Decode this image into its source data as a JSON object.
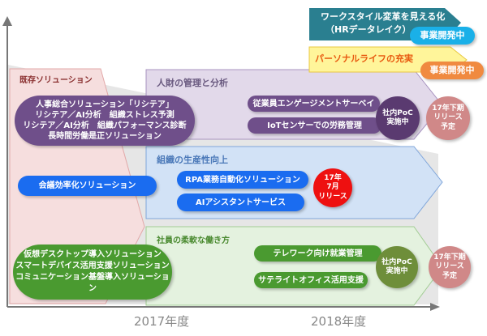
{
  "banners": [
    {
      "lines": [
        "ワークスタイル変革を見える化",
        "（HRデータレイク）"
      ],
      "badge": "事業開発中",
      "color": "#2a7f90",
      "badge_color": "#1ab0e8"
    },
    {
      "lines": [
        "パーソナルライフの充実"
      ],
      "badge": "事業開発中",
      "color": "#fff59a",
      "badge_color": "#f08a40"
    }
  ],
  "existing": {
    "label": "既存ソリューション",
    "hr_solutions": [
      "人事総合ソリューション「リシテア」",
      "リシテア／AI分析　組織ストレス予測",
      "リシテア／AI分析　組織パフォーマンス診断",
      "長時間労働是正ソリューション"
    ],
    "meeting": "会議効率化ソリューション",
    "workplace": [
      "仮想デスクトップ導入ソリューション",
      "スマートデバイス活用支援ソリューション",
      "コミュニケーション基盤導入ソリューション"
    ]
  },
  "panels": [
    {
      "title": "人財の管理と分析",
      "items": [
        "従業員エンゲージメントサーベイ",
        "IoTセンサーでの労務管理"
      ],
      "status": [
        "社内PoC",
        "実施中"
      ],
      "release": [
        "17年下期",
        "リリース",
        "予定"
      ]
    },
    {
      "title": "組織の生産性向上",
      "items": [
        "RPA業務自動化ソリューション",
        "AIアシスタントサービス"
      ],
      "release": [
        "17年",
        "7月",
        "リリース"
      ]
    },
    {
      "title": "社員の柔軟な働き方",
      "items": [
        "テレワーク向け就業管理",
        "サテライトオフィス活用支援"
      ],
      "status": [
        "社内PoC",
        "実施中"
      ],
      "release": [
        "17年下期",
        "リリース",
        "予定"
      ]
    }
  ],
  "axis": {
    "x_labels": [
      "2017年度",
      "2018年度"
    ]
  }
}
